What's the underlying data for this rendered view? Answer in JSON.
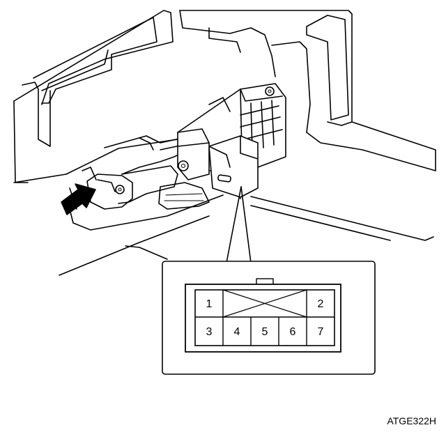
{
  "connector": {
    "pins_top": [
      "1",
      "2"
    ],
    "pins_bottom": [
      "3",
      "4",
      "5",
      "6",
      "7"
    ]
  },
  "figure_code": "ATGE322H"
}
